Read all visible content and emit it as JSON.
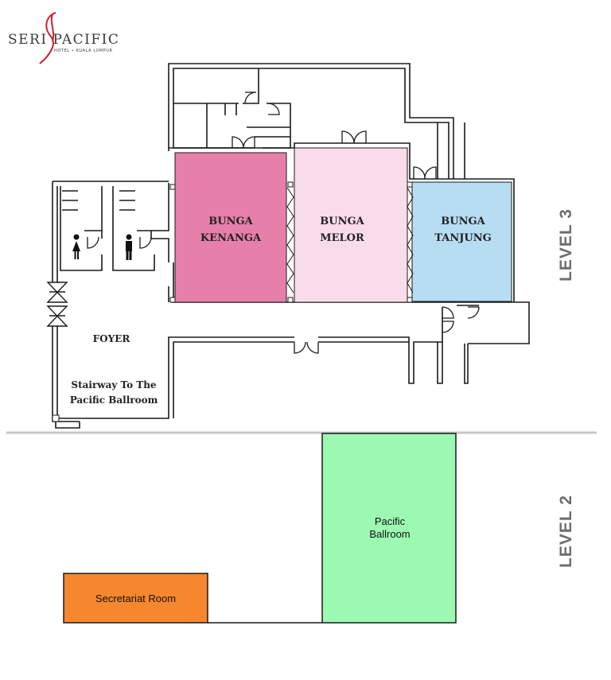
{
  "logo": {
    "text": "SERI PACIFIC",
    "sub": "HOTEL • KUALA LUMPUR"
  },
  "levels": {
    "upper": "LEVEL 3",
    "lower": "LEVEL 2"
  },
  "rooms": {
    "kenanga": {
      "label": "BUNGA\nKENANGA",
      "color": "#e77fab"
    },
    "melor": {
      "label": "BUNGA\nMELOR",
      "color": "#f9dcec"
    },
    "tanjung": {
      "label": "BUNGA\nTANJUNG",
      "color": "#b7ddf2"
    },
    "ballroom": {
      "label": "Pacific\nBallroom",
      "color": "#9cf9b2"
    },
    "secretariat": {
      "label": "Secretariat Room",
      "color": "#f7872f"
    }
  },
  "areas": {
    "foyer": "FOYER",
    "stairway": "Stairway To The\nPacific Ballroom"
  },
  "icons": [
    "female-restroom-icon",
    "male-restroom-icon",
    "seri-pacific-logo"
  ],
  "colors": {
    "wall": "#1a1a1a",
    "divider": "#c8c8c8",
    "logo_accent": "#d0202e"
  }
}
